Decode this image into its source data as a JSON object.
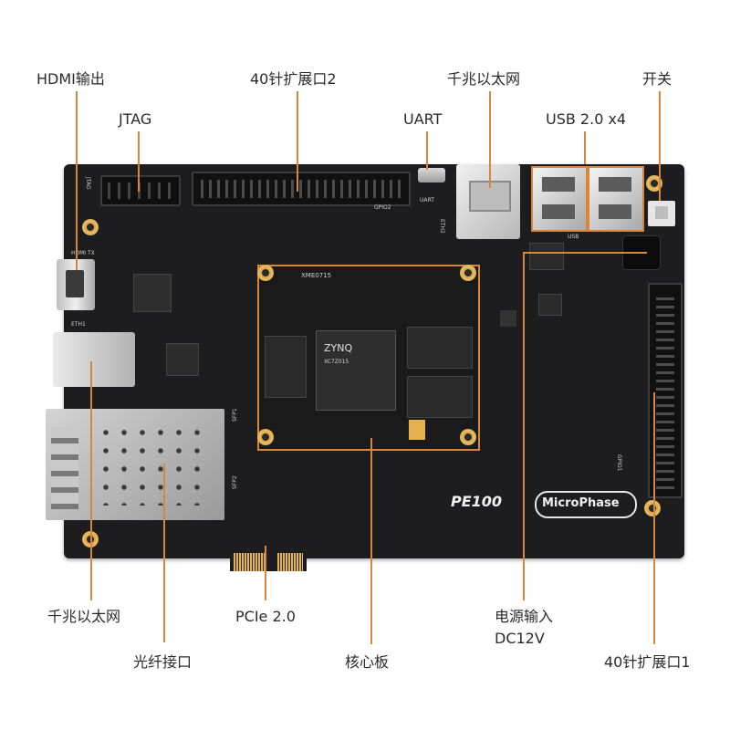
{
  "labels": {
    "hdmi": "HDMI输出",
    "gpio2": "40针扩展口2",
    "gbe_top": "千兆以太网",
    "switch": "开关",
    "jtag": "JTAG",
    "uart": "UART",
    "usb": "USB 2.0 x4",
    "gbe_bottom": "千兆以太网",
    "pcie": "PCIe 2.0",
    "power_line1": "电源输入",
    "power_line2": "DC12V",
    "sfp": "光纤接口",
    "core": "核心板",
    "gpio1": "40针扩展口1"
  },
  "board": {
    "model": "PE100",
    "brand": "MicroPhase",
    "core_module": "XME0715",
    "chip_brand": "ZYNQ",
    "chip_part": "XC7Z015",
    "silk_hdmi": "HDMI TX",
    "silk_eth1": "ETH1",
    "silk_eth2": "ETH2",
    "silk_uart": "UART",
    "silk_gpio2": "GPIO2",
    "silk_gpio1": "GPIO1",
    "silk_usb": "USB",
    "silk_jtag": "JTAG",
    "silk_sfp1": "SFP1",
    "silk_sfp2": "SFP2"
  },
  "colors": {
    "board": "#1d1d1f",
    "leader": "#d9853a",
    "gold": "#e1b457",
    "core_outline": "#d9853a"
  }
}
